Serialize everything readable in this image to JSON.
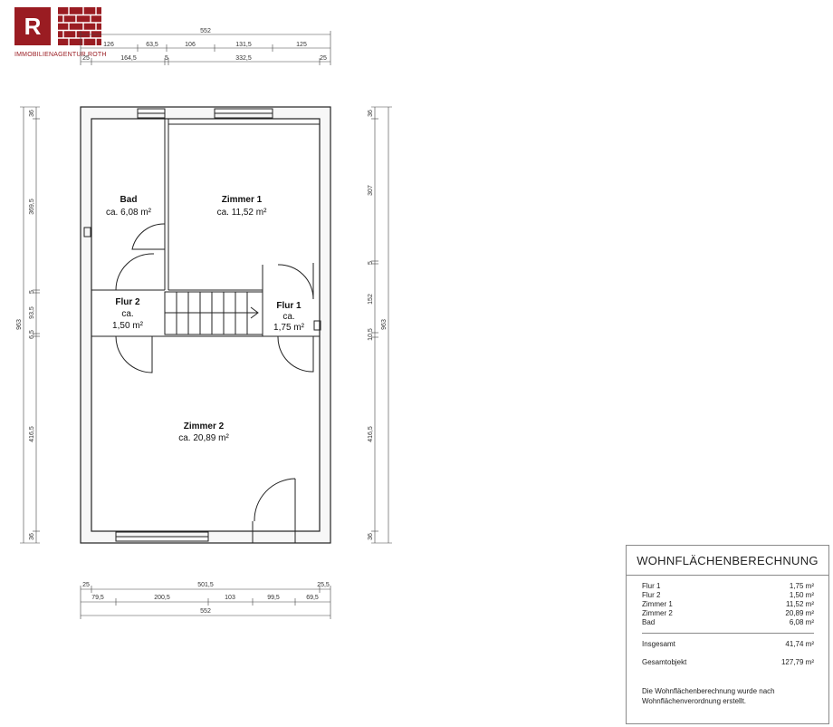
{
  "logo": {
    "letter": "R",
    "text": "IMMOBILIENAGENTUR ROTH",
    "color": "#9a1c22"
  },
  "rooms": [
    {
      "name": "Bad",
      "area": "ca. 6,08 m²"
    },
    {
      "name": "Zimmer 1",
      "area": "ca. 11,52 m²"
    },
    {
      "name": "Flur 2",
      "area_line1": "ca.",
      "area_line2": "1,50 m²"
    },
    {
      "name": "Flur 1",
      "area_line1": "ca.",
      "area_line2": "1,75 m²"
    },
    {
      "name": "Zimmer 2",
      "area": "ca. 20,89 m²"
    }
  ],
  "dimensions": {
    "top_total": "552",
    "top_row1": [
      "126",
      "63,5",
      "106",
      "131,5",
      "125"
    ],
    "top_row2": [
      "25",
      "164,5",
      "5",
      "332,5",
      "25"
    ],
    "bottom_row1": [
      "25",
      "501,5",
      "25,5"
    ],
    "bottom_row2": [
      "79,5",
      "200,5",
      "103",
      "99,5",
      "69,5"
    ],
    "bottom_total": "552",
    "left_total": "963",
    "left_parts": [
      "36",
      "369,5",
      "5",
      "93,5",
      "6,5",
      "416,5",
      "36"
    ],
    "right_total": "963",
    "right_parts": [
      "36",
      "307",
      "5",
      "152",
      "10,5",
      "416,5",
      "36"
    ]
  },
  "area_table": {
    "title": "WOHNFLÄCHENBERECHNUNG",
    "rows": [
      {
        "label": "Flur 1",
        "value": "1,75 m²"
      },
      {
        "label": "Flur 2",
        "value": "1,50 m²"
      },
      {
        "label": "Zimmer 1",
        "value": "11,52 m²"
      },
      {
        "label": "Zimmer 2",
        "value": "20,89 m²"
      },
      {
        "label": "Bad",
        "value": "6,08 m²"
      }
    ],
    "total_label": "Insgesamt",
    "total_value": "41,74 m²",
    "object_label": "Gesamtobjekt",
    "object_value": "127,79 m²",
    "note": "Die Wohnflächenberechnung wurde nach Wohnflächenverordnung erstellt."
  }
}
